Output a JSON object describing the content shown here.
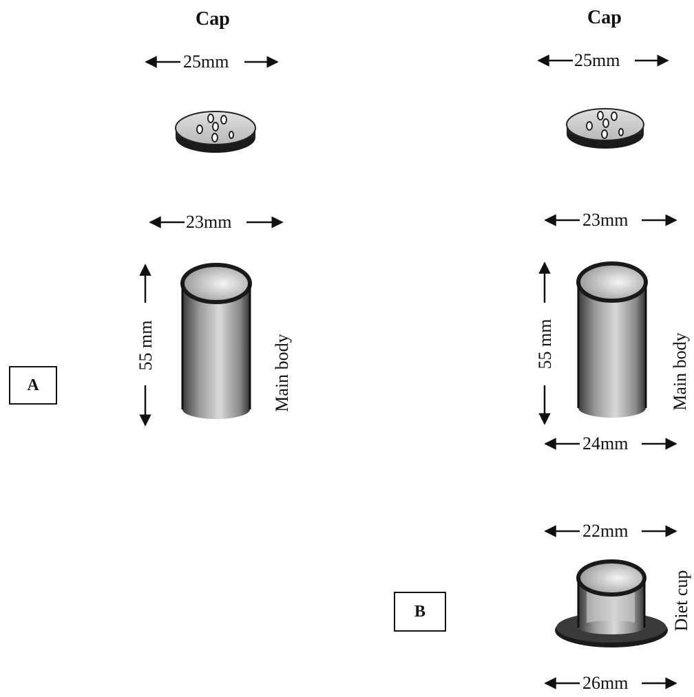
{
  "panels": {
    "a": {
      "label": "A",
      "cap_title": "Cap",
      "cap_width": "25mm",
      "body_width": "23mm",
      "body_height": "55 mm",
      "body_label": "Main body"
    },
    "b": {
      "label": "B",
      "cap_title": "Cap",
      "cap_width": "25mm",
      "body_width": "23mm",
      "body_height": "55 mm",
      "body_label": "Main body",
      "body_bottom_width": "24mm",
      "cup_top_width": "22mm",
      "cup_label": "Diet cup",
      "cup_base_width": "26mm"
    }
  }
}
